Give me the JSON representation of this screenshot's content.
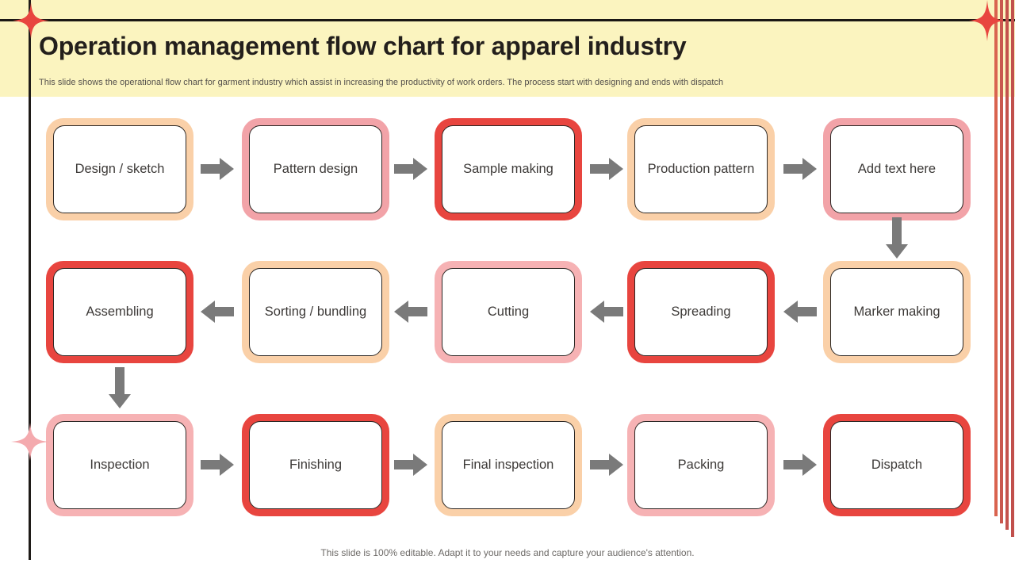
{
  "slide": {
    "title": "Operation management flow chart for apparel industry",
    "subtitle": "This slide shows the operational flow chart for garment industry which assist in increasing the productivity of work orders. The process start with designing and ends with dispatch",
    "footer": "This slide is 100% editable. Adapt it to your needs and capture your audience's attention."
  },
  "theme": {
    "header_bg": "#fbf4bf",
    "rule": "#1a1714",
    "peach": "#fad0a8",
    "pink": "#f2a3a8",
    "light_pink": "#f6b2b4",
    "red": "#e8453f",
    "arrow_gray": "#7a7a7a",
    "star_red": "#e8453f",
    "star_pink": "#f4aaae"
  },
  "flow": {
    "rows": [
      {
        "direction": "right",
        "nodes": [
          {
            "label": "Design / sketch",
            "ring": "peach"
          },
          {
            "label": "Pattern design",
            "ring": "pink"
          },
          {
            "label": "Sample making",
            "ring": "red"
          },
          {
            "label": "Production pattern",
            "ring": "peach"
          },
          {
            "label": "Add text here",
            "ring": "pink"
          }
        ]
      },
      {
        "direction": "left",
        "nodes": [
          {
            "label": "Assembling",
            "ring": "red"
          },
          {
            "label": "Sorting / bundling",
            "ring": "peach"
          },
          {
            "label": "Cutting",
            "ring": "light_pink"
          },
          {
            "label": "Spreading",
            "ring": "red"
          },
          {
            "label": "Marker making",
            "ring": "peach"
          }
        ]
      },
      {
        "direction": "right",
        "nodes": [
          {
            "label": "Inspection",
            "ring": "light_pink"
          },
          {
            "label": "Finishing",
            "ring": "red"
          },
          {
            "label": "Final inspection",
            "ring": "peach"
          },
          {
            "label": "Packing",
            "ring": "light_pink"
          },
          {
            "label": "Dispatch",
            "ring": "red"
          }
        ]
      }
    ],
    "connectors": {
      "row1_to_row2": "down-arrow-right-side",
      "row2_to_row3": "down-arrow-left-side"
    }
  },
  "decor": {
    "stars": [
      {
        "name": "star-top-left",
        "color": "red"
      },
      {
        "name": "star-top-right",
        "color": "red"
      },
      {
        "name": "star-middle-left",
        "color": "pink"
      }
    ],
    "stripes": 4
  }
}
